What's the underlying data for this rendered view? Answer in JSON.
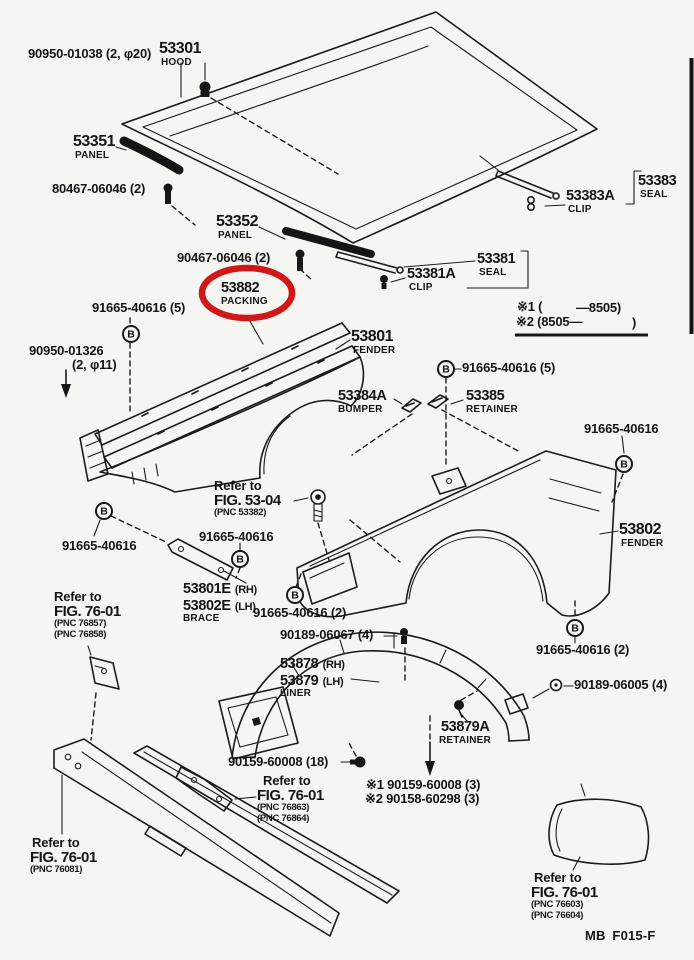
{
  "doc": {
    "footer_code": "MB F015-F",
    "highlight_color": "#d01818",
    "symbols": {
      "circle_b": "B"
    }
  },
  "labels": {
    "pin_90950_01038": "90950-01038 (2, φ20)",
    "hood_code": "53301",
    "hood_name": "HOOD",
    "panel1_code": "53351",
    "panel1_name": "PANEL",
    "screw_80467": "80467-06046 (2)",
    "panel2_code": "53352",
    "panel2_name": "PANEL",
    "screw_90467": "90467-06046 (2)",
    "clip_53383a_code": "53383A",
    "clip_53383a_name": "CLIP",
    "seal_53383_code": "53383",
    "seal_53383_name": "SEAL",
    "seal_53381_code": "53381",
    "seal_53381_name": "SEAL",
    "clip_53381a_code": "53381A",
    "clip_53381a_name": "CLIP",
    "packing_code": "53882",
    "packing_name": "PACKING",
    "bolt_91665_5_left": "91665-40616 (5)",
    "pin_90950_01326_l1": "90950-01326",
    "pin_90950_01326_l2": "(2, φ11)",
    "fender_l_code": "53801",
    "fender_l_name": "FENDER",
    "note1_left": "※1 (",
    "note1_right": "—8505)",
    "note2_left": "※2 (8505—",
    "note2_right": ")",
    "bolt_91665_5_right": "91665-40616 (5)",
    "bumper_code": "53384A",
    "bumper_name": "BUMPER",
    "retainer_53385_code": "53385",
    "retainer_53385_name": "RETAINER",
    "bolt_91665_r1": "91665-40616",
    "refer_5304_l1": "Refer to",
    "refer_5304_l2": "FIG. 53-04",
    "refer_5304_pnc1": "(PNC 53382)",
    "bolt_91665_mid": "91665-40616",
    "bolt_91665_left": "91665-40616",
    "brace_rh_code": "53801E",
    "brace_rh_side": "(RH)",
    "brace_lh_code": "53802E",
    "brace_lh_side": "(LH)",
    "brace_name": "BRACE",
    "fender_r_code": "53802",
    "fender_r_name": "FENDER",
    "bolt_91665_2_mid": "91665-40616 (2)",
    "nut_90189_06067": "90189-06067 (4)",
    "refer_7601a_l1": "Refer to",
    "refer_7601a_l2": "FIG. 76-01",
    "refer_7601a_pnc1": "(PNC 76857)",
    "refer_7601a_pnc2": "(PNC 76858)",
    "liner_rh_code": "53878",
    "liner_rh_side": "(RH)",
    "liner_lh_code": "53879",
    "liner_lh_side": "(LH)",
    "liner_name": "LINER",
    "bolt_91665_2_right": "91665-40616 (2)",
    "nut_90189_06005": "90189-06005 (4)",
    "retainer_53879a_code": "53879A",
    "retainer_53879a_name": "RETAINER",
    "screw_90159_18": "90159-60008 (18)",
    "refer_7601b_l1": "Refer to",
    "refer_7601b_l2": "FIG. 76-01",
    "refer_7601b_pnc1": "(PNC 76863)",
    "refer_7601b_pnc2": "(PNC 76864)",
    "note3": "※1 90159-60008 (3)",
    "note4": "※2 90158-60298 (3)",
    "refer_7601c_l1": "Refer to",
    "refer_7601c_l2": "FIG. 76-01",
    "refer_7601c_pnc1": "(PNC 76081)",
    "refer_7601d_l1": "Refer to",
    "refer_7601d_l2": "FIG. 76-01",
    "refer_7601d_pnc1": "(PNC 76603)",
    "refer_7601d_pnc2": "(PNC 76604)"
  }
}
